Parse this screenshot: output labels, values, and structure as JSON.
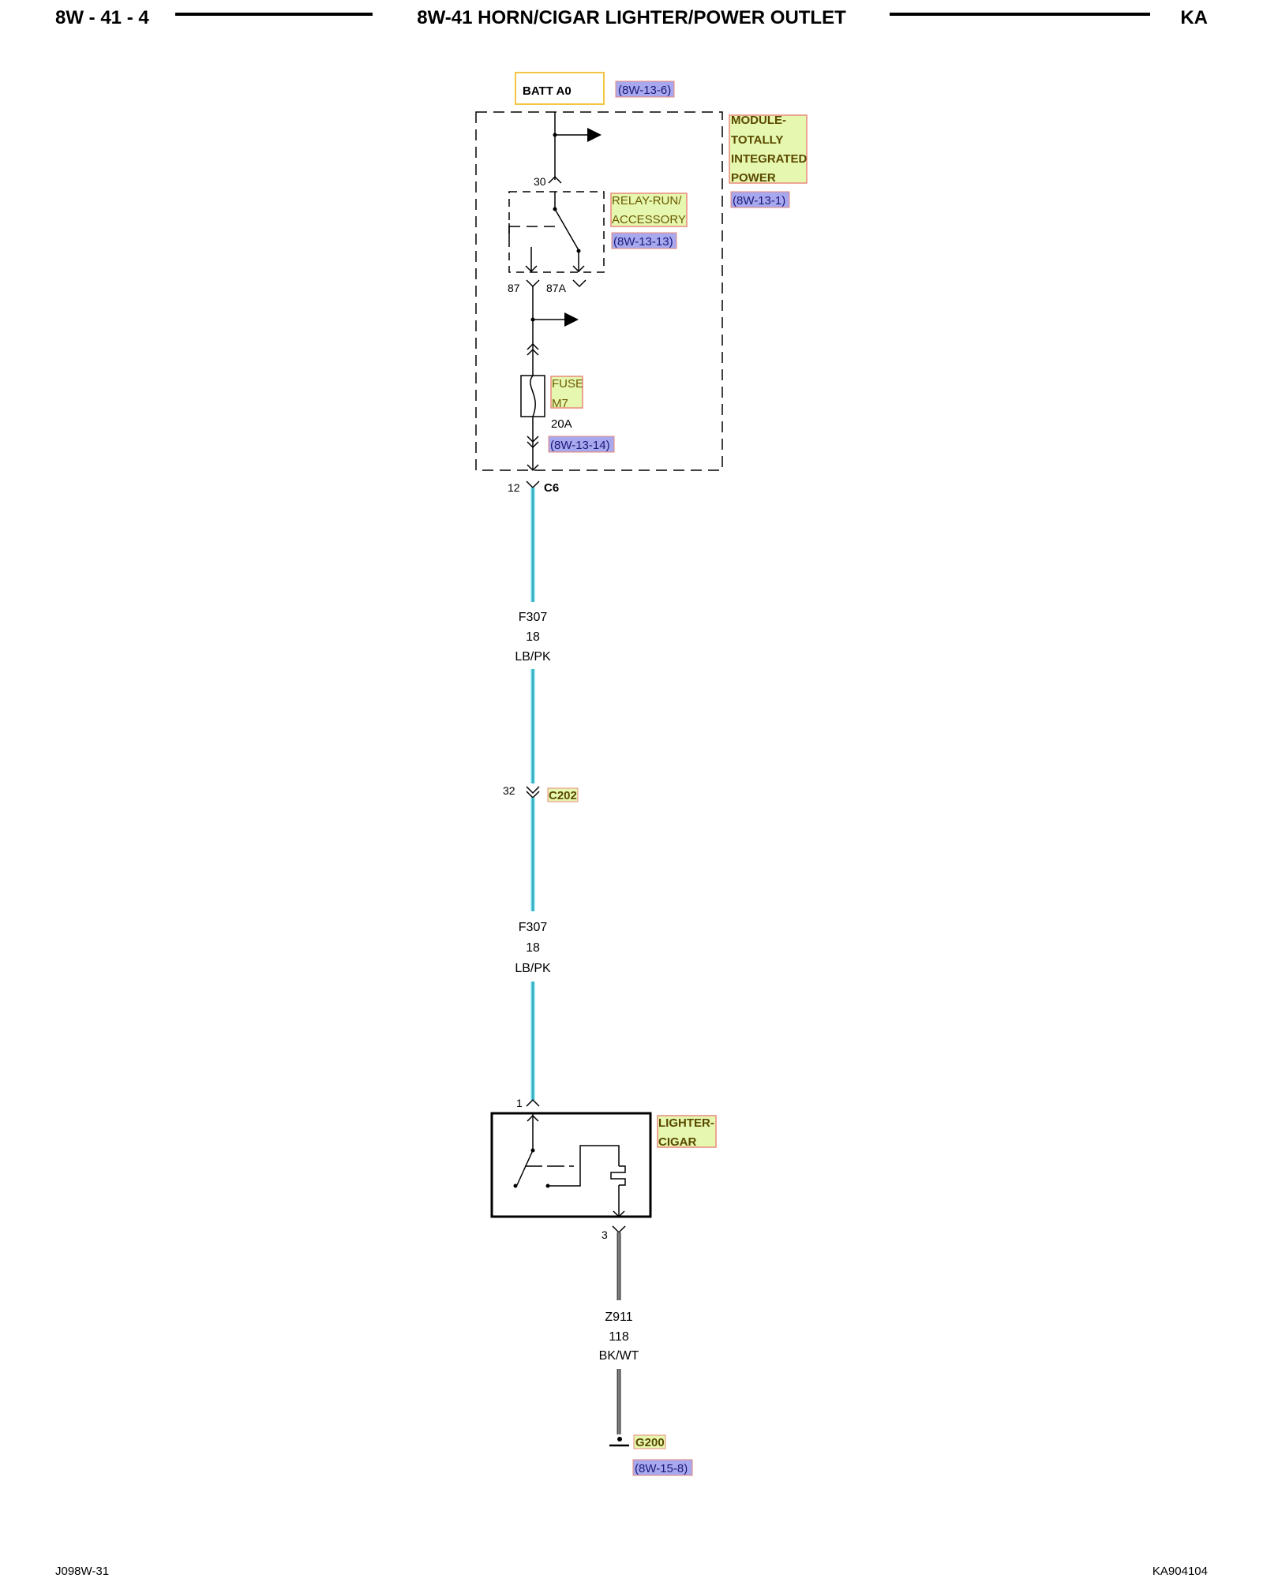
{
  "header": {
    "page_number": "8W - 41 - 4",
    "title": "8W-41 HORN/CIGAR LIGHTER/POWER OUTLET",
    "model_code": "KA"
  },
  "footer": {
    "left_code": "J098W-31",
    "right_code": "KA904104"
  },
  "diagram": {
    "source": {
      "label": "BATT A0",
      "ref": "(8W-13-6)"
    },
    "module": {
      "line1": "MODULE-",
      "line2": "TOTALLY",
      "line3": "INTEGRATED",
      "line4": "POWER",
      "ref": "(8W-13-1)"
    },
    "relay": {
      "line1": "RELAY-RUN/",
      "line2": "ACCESSORY",
      "ref": "(8W-13-13)",
      "pin_30": "30",
      "pin_87": "87",
      "pin_87a": "87A"
    },
    "fuse": {
      "line1": "FUSE",
      "line2": "M7",
      "rating": "20A",
      "ref": "(8W-13-14)"
    },
    "connector_c6": {
      "pin": "12",
      "name": "C6"
    },
    "wire_1": {
      "circuit": "F307",
      "gauge": "18",
      "color": "LB/PK"
    },
    "connector_c202": {
      "pin": "32",
      "name": "C202"
    },
    "wire_2": {
      "circuit": "F307",
      "gauge": "18",
      "color": "LB/PK"
    },
    "lighter": {
      "line1": "LIGHTER-",
      "line2": "CIGAR",
      "pin_in": "1",
      "pin_out": "3"
    },
    "wire_3": {
      "circuit": "Z911",
      "gauge": "118",
      "color": "BK/WT"
    },
    "ground": {
      "name": "G200",
      "ref": "(8W-15-8)"
    }
  },
  "colors": {
    "wire_lb_pk": "#5fd7e8",
    "wire_bk_wt": "#444444",
    "label_green": "#e6f7b0",
    "label_border": "#e88a7a",
    "ref_blue": "#a8a8ee",
    "source_box": "#f4c542"
  }
}
